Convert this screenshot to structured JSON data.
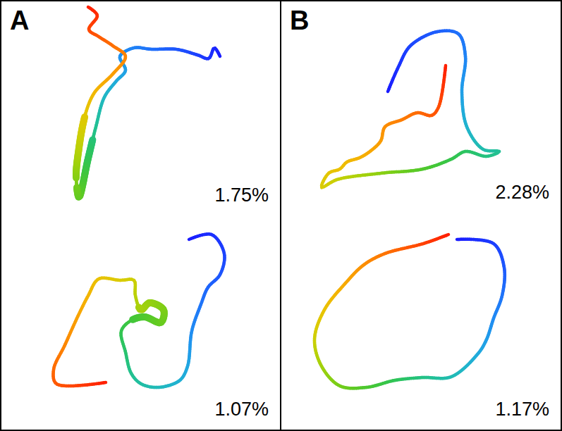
{
  "diagram": {
    "nodes": [
      {
        "text": [
          "A",
          "1.75%",
          "1.07%"
        ]
      },
      {
        "text": [
          "B",
          "2.28%",
          "1.17%"
        ]
      }
    ]
  }
}
